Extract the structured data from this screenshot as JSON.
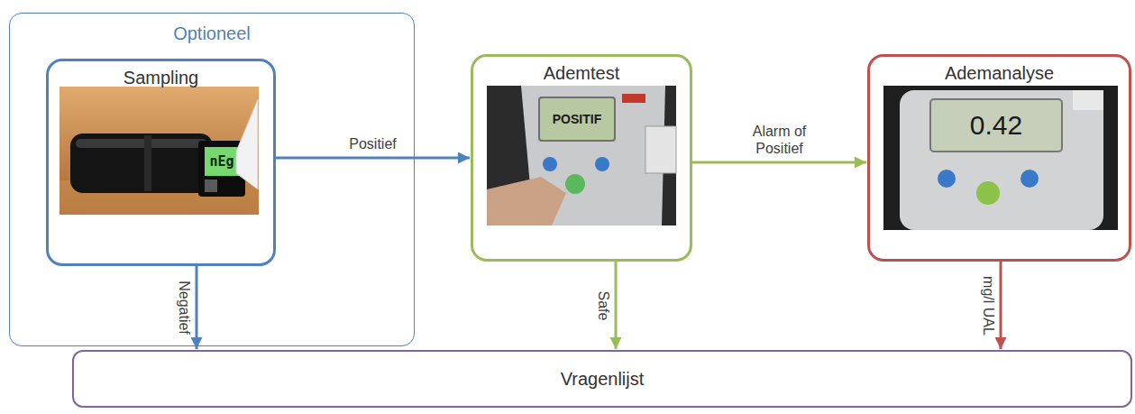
{
  "diagram": {
    "nodes": [
      {
        "text": [
          "Optioneel"
        ]
      },
      {
        "text": [
          "Sampling"
        ],
        "in": 0
      },
      {
        "text": [
          "Ademtest"
        ]
      },
      {
        "text": [
          "Ademanalyse"
        ]
      },
      {
        "text": [
          "Vragenlijst"
        ]
      }
    ],
    "edges": [
      {
        "from": 1,
        "to": 2,
        "label": "Positief",
        "arrow": "to"
      },
      {
        "from": 1,
        "to": 4,
        "label": "Negatief",
        "arrow": "to"
      },
      {
        "from": 2,
        "to": 3,
        "label": "Alarm of Positief",
        "arrow": "to"
      },
      {
        "from": 2,
        "to": 4,
        "label": "Safe",
        "arrow": "to"
      },
      {
        "from": 3,
        "to": 4,
        "label": "mg/l UAL",
        "arrow": "to"
      }
    ],
    "labels": [
      "nEg",
      "POSITIF",
      "0.42"
    ]
  }
}
